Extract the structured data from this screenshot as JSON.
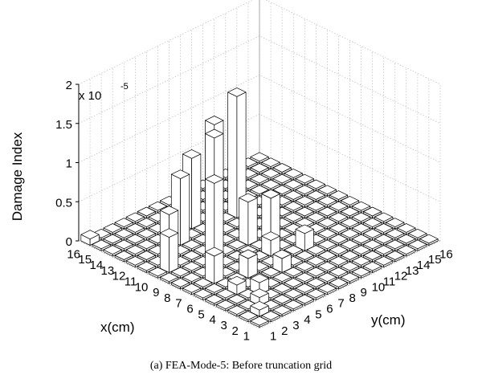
{
  "caption": "(a) FEA-Mode-5:  Before truncation grid",
  "chart_data": {
    "type": "bar3d",
    "zlabel": "Damage Index",
    "xlabel": "x(cm)",
    "ylabel": "y(cm)",
    "z_multiplier": "x 10",
    "z_exponent": "-5",
    "x_ticks": [
      "1",
      "2",
      "3",
      "4",
      "5",
      "6",
      "7",
      "8",
      "9",
      "10",
      "11",
      "12",
      "13",
      "14",
      "15",
      "16"
    ],
    "y_ticks": [
      "1",
      "2",
      "3",
      "4",
      "5",
      "6",
      "7",
      "8",
      "9",
      "10",
      "11",
      "12",
      "13",
      "14",
      "15",
      "16"
    ],
    "z_ticks": [
      "0",
      "0.5",
      "1",
      "1.5",
      "2"
    ],
    "zlim": [
      0,
      2
    ],
    "grid": true,
    "tall_bars": [
      {
        "x": 9,
        "y": 5,
        "value": 1.0
      },
      {
        "x": 11,
        "y": 7,
        "value": 1.3
      },
      {
        "x": 12,
        "y": 5,
        "value": 0.85
      },
      {
        "x": 13,
        "y": 7,
        "value": 0.9
      },
      {
        "x": 12,
        "y": 10,
        "value": 1.55
      },
      {
        "x": 14,
        "y": 10,
        "value": 1.05
      },
      {
        "x": 8,
        "y": 9,
        "value": 0.6
      },
      {
        "x": 10,
        "y": 2,
        "value": 0.45
      },
      {
        "x": 11,
        "y": 3,
        "value": 0.6
      },
      {
        "x": 7,
        "y": 3,
        "value": 0.35
      },
      {
        "x": 9,
        "y": 8,
        "value": 0.55
      },
      {
        "x": 6,
        "y": 5,
        "value": 0.25
      },
      {
        "x": 7,
        "y": 8,
        "value": 0.2
      },
      {
        "x": 5,
        "y": 7,
        "value": 0.18
      },
      {
        "x": 6,
        "y": 10,
        "value": 0.22
      },
      {
        "x": 4,
        "y": 4,
        "value": 0.15
      },
      {
        "x": 5,
        "y": 3,
        "value": 0.12
      },
      {
        "x": 3,
        "y": 3,
        "value": 0.1
      },
      {
        "x": 2,
        "y": 2,
        "value": 0.08
      },
      {
        "x": 16,
        "y": 1,
        "value": 0.08
      }
    ],
    "base_bar_value": 0.025
  }
}
